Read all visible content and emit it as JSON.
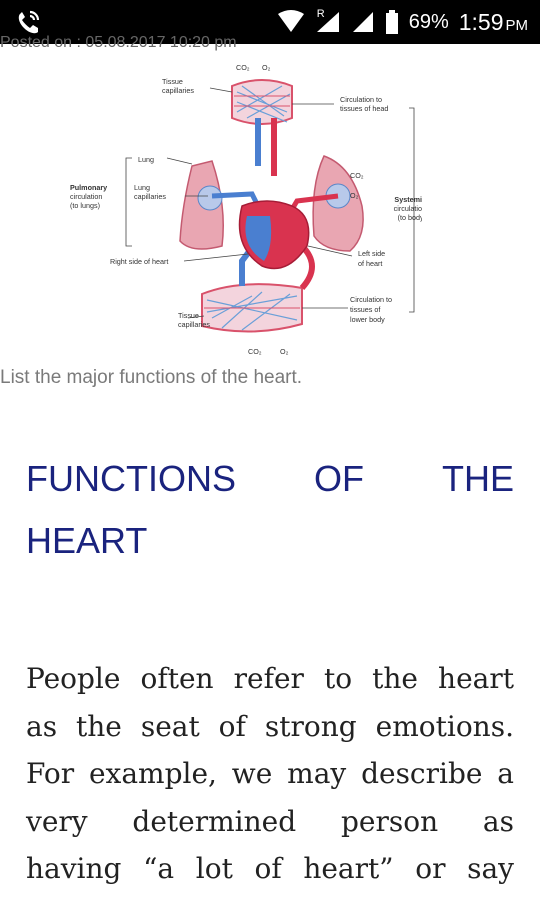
{
  "status_bar": {
    "left_icon": "phone-call-icon",
    "signal_badge": "R",
    "battery_percent": "69%",
    "time": "1:59",
    "time_suffix": "PM"
  },
  "posted_line": "Posted on : 05.08.2017 10:20 pm",
  "diagram": {
    "labels": {
      "tissue_capillaries_top": [
        "Tissue",
        "capillaries"
      ],
      "co2_top": "CO₂",
      "o2_top": "O₂",
      "circulation_head": [
        "Circulation to",
        "tissues of head"
      ],
      "lung": "Lung",
      "pulmonary": [
        "Pulmonary",
        "circulation",
        "(to lungs)"
      ],
      "lung_capillaries": [
        "Lung",
        "capillaries"
      ],
      "co2_right": "CO₂",
      "o2_right": "O₂",
      "systemic": [
        "Systemic",
        "circulation",
        "(to body)"
      ],
      "right_side": "Right side of heart",
      "left_side": [
        "Left side",
        "of heart"
      ],
      "circulation_lower": [
        "Circulation to",
        "tissues of",
        "lower body"
      ],
      "tissue_capillaries_bottom": [
        "Tissue",
        "capillaries"
      ],
      "co2_bottom": "CO₂",
      "o2_bottom": "O₂"
    }
  },
  "caption": "List the major functions of the heart.",
  "heading": {
    "words_line1": [
      "FUNCTIONS",
      "OF",
      "THE"
    ],
    "line2": "HEART"
  },
  "body_lines": [
    "People often refer to the heart",
    "as the seat of strong emotions.",
    "For example, we may describe a",
    "very determined person as",
    "having “a lot of heart” or say"
  ]
}
